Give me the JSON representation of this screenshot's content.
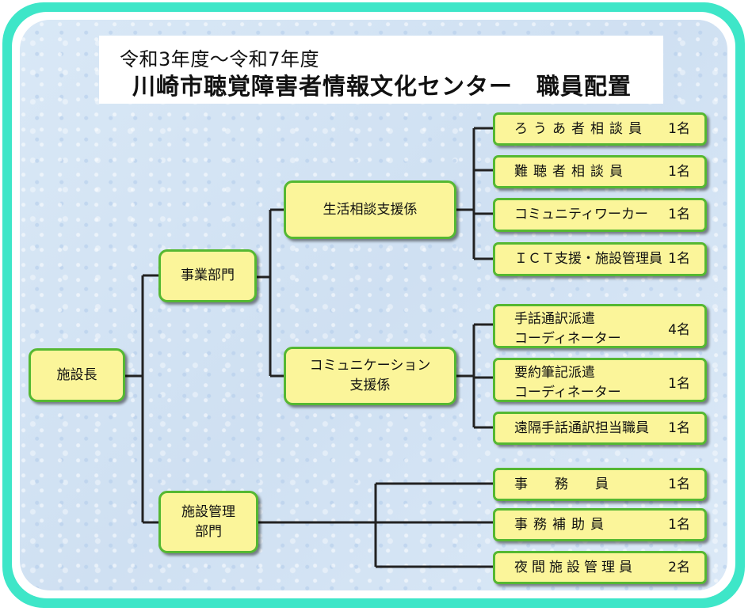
{
  "title": {
    "period": "令和3年度～令和7年度",
    "main": "川崎市聴覚障害者情報文化センター　職員配置"
  },
  "nodes": {
    "director": "施設長",
    "business_dept": "事業部門",
    "facility_dept": "施設管理\n部門",
    "life_consult": "生活相談支援係",
    "communication": "コミュニケーション\n支援係"
  },
  "staff": {
    "deaf_counselor": {
      "name": "ろうあ者相談員",
      "count": "1名"
    },
    "hoh_counselor": {
      "name": "難聴者相談員",
      "count": "1名"
    },
    "community_worker": {
      "name": "コミュニティワーカー",
      "count": "1名"
    },
    "ict_support": {
      "name": "ＩＣＴ支援・施設管理員",
      "count": "1名"
    },
    "sign_coord": {
      "name": "手話通訳派遣\nコーディネーター",
      "count": "4名"
    },
    "summary_coord": {
      "name": "要約筆記派遣\nコーディネーター",
      "count": "1名"
    },
    "remote_sign": {
      "name": "遠隔手話通訳担当職員",
      "count": "1名"
    },
    "clerk": {
      "name": "事　　務　　員",
      "count": "1名"
    },
    "clerk_assistant": {
      "name": "事務補助員",
      "count": "1名"
    },
    "night_manager": {
      "name": "夜間施設管理員",
      "count": "2名"
    }
  },
  "colors": {
    "frame": "#3ee6c8",
    "box_fill": "#fbf59a",
    "box_border": "#55b832",
    "line": "#222222"
  }
}
